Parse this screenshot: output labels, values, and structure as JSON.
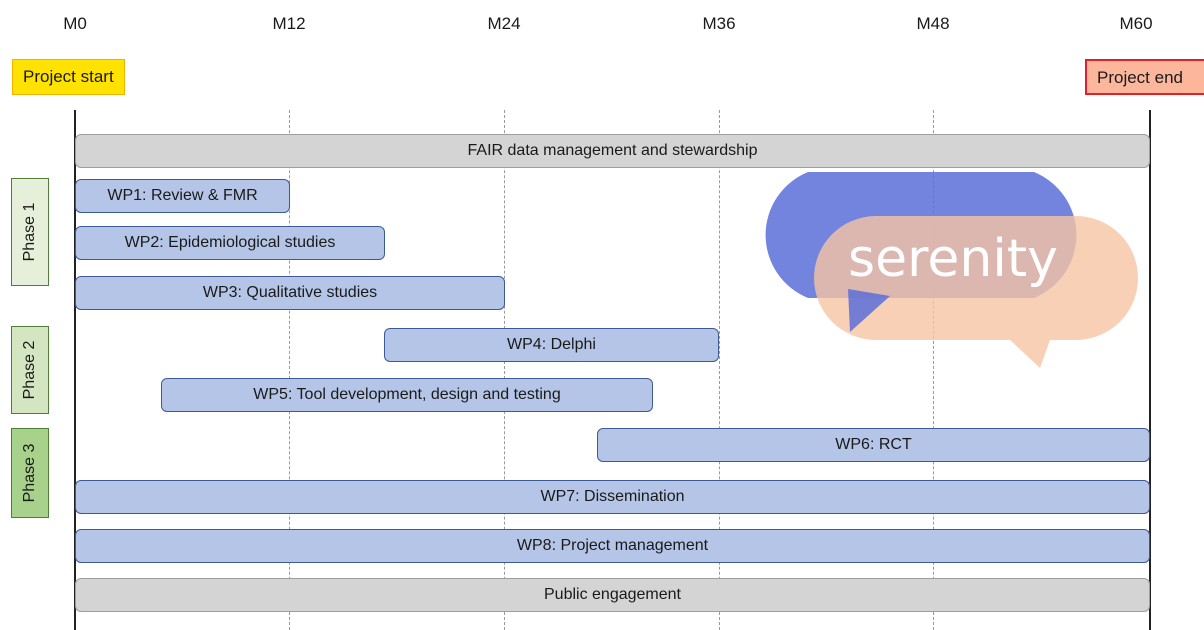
{
  "months": [
    "M0",
    "M12",
    "M24",
    "M36",
    "M48",
    "M60"
  ],
  "markers": {
    "start": "Project start",
    "end": "Project end"
  },
  "phases": [
    "Phase 1",
    "Phase 2",
    "Phase 3"
  ],
  "bars": {
    "fair": "FAIR data management and stewardship",
    "wp1": "WP1: Review & FMR",
    "wp2": "WP2: Epidemiological studies",
    "wp3": "WP3: Qualitative studies",
    "wp4": "WP4: Delphi",
    "wp5": "WP5: Tool development, design and testing",
    "wp6": "WP6: RCT",
    "wp7": "WP7: Dissemination",
    "wp8": "WP8: Project management",
    "public": "Public engagement"
  },
  "logo": {
    "text": "serenity"
  },
  "colors": {
    "start_fill": "#ffe200",
    "end_fill": "#fbb69b",
    "end_border": "#e2202a",
    "wp_fill": "#b4c5e7",
    "wp_border": "#3d5a96",
    "cross_cutting_fill": "#d4d4d4",
    "logo_blue": "#5b6ed8",
    "logo_peach": "#f6c4a4"
  }
}
